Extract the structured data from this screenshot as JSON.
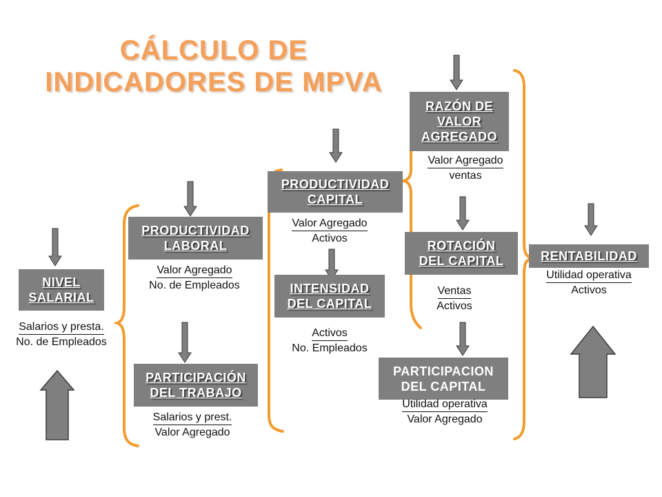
{
  "title": "CÁLCULO DE\nINDICADORES DE MPVA",
  "colors": {
    "title": "#F5A05A",
    "box": "#7F7F7F",
    "brace": "#F39C2D",
    "arrow": "#7F7F7F"
  },
  "nodes": {
    "nivel_salarial": {
      "label": "NIVEL \nSALARIAL",
      "num": "Salarios y presta.",
      "den": "No. de Empleados"
    },
    "productividad_laboral": {
      "label": "PRODUCTIVIDAD\nLABORAL",
      "num": "Valor Agregado",
      "den": "No. de Empleados"
    },
    "participacion_trabajo": {
      "label": "PARTICIPACIÓN\n DEL TRABAJO",
      "num": "Salarios y prest.",
      "den": "Valor Agregado"
    },
    "productividad_capital": {
      "label": "PRODUCTIVIDAD\nCAPITAL",
      "num": "Valor Agregado",
      "den": "Activos"
    },
    "intensidad_capital": {
      "label": "INTENSIDAD\nDEL CAPITAL",
      "num": "Activos",
      "den": "No. Empleados"
    },
    "razon_valor_agregado": {
      "label": "RAZÓN DE\nVALOR \nAGREGADO",
      "num": "Valor Agregado",
      "den": "ventas"
    },
    "rotacion_capital": {
      "label": "ROTACIÓN\nDEL CAPITAL",
      "num": "Ventas",
      "den": "Activos"
    },
    "participacion_capital": {
      "label": "PARTICIPACION\nDEL CAPITAL",
      "num": "Utilidad operativa",
      "den": "Valor Agregado"
    },
    "rentabilidad": {
      "label": "RENTABILIDAD",
      "num": "Utilidad operativa",
      "den": "Activos"
    }
  }
}
